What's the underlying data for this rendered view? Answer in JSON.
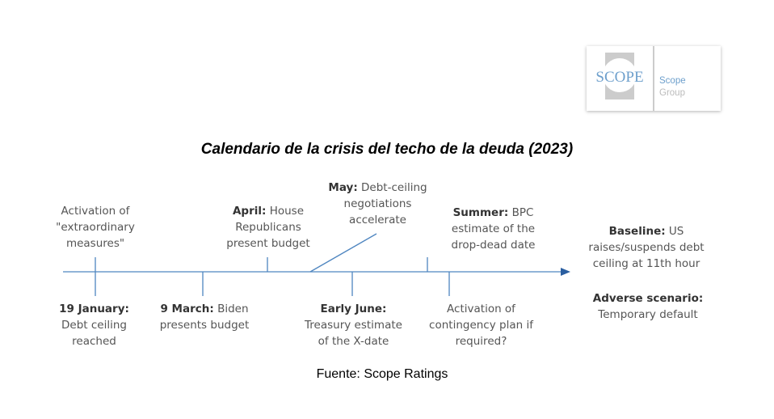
{
  "logo": {
    "mark": "SCOPE",
    "line1": "Scope",
    "line2": "Group"
  },
  "title": "Calendario de la crisis del techo de la deuda (2023)",
  "events_above": [
    {
      "bold": "",
      "text": "Activation of \"extraordinary measures\""
    },
    {
      "bold": "April:",
      "text": "House Republicans present budget"
    },
    {
      "bold": "May:",
      "text": "Debt-ceiling negotiations accelerate"
    },
    {
      "bold": "Summer:",
      "text": "BPC estimate of the drop-dead date"
    }
  ],
  "events_below": [
    {
      "bold": "19 January:",
      "text": "Debt ceiling reached"
    },
    {
      "bold": "9 March:",
      "text": "Biden presents budget"
    },
    {
      "bold": "Early June:",
      "text": "Treasury estimate of the X-date"
    },
    {
      "bold": "",
      "text": "Activation of contingency plan if required?"
    }
  ],
  "outcomes": {
    "baseline_bold": "Baseline:",
    "baseline_text": "US raises/suspends debt ceiling at 11th hour",
    "adverse_bold": "Adverse scenario:",
    "adverse_text": "Temporary default"
  },
  "source": "Fuente: Scope Ratings",
  "colors": {
    "line": "#4f86c0",
    "logo_blue": "#6d9fcc"
  }
}
